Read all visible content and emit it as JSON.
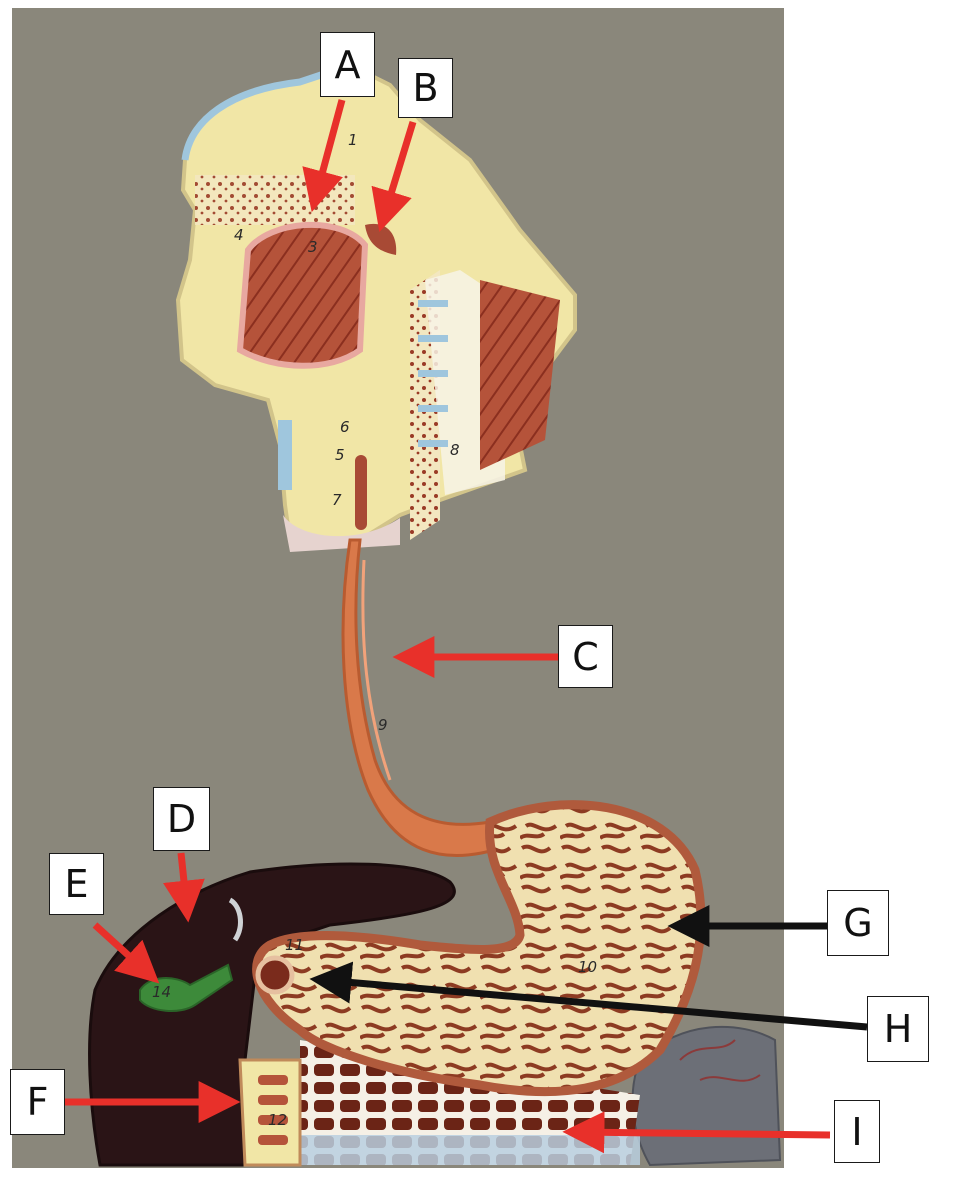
{
  "labels": [
    {
      "letter": "A",
      "arrow_color": "#e8302a"
    },
    {
      "letter": "B",
      "arrow_color": "#e8302a"
    },
    {
      "letter": "C",
      "arrow_color": "#e8302a"
    },
    {
      "letter": "D",
      "arrow_color": "#e8302a"
    },
    {
      "letter": "E",
      "arrow_color": "#e8302a"
    },
    {
      "letter": "F",
      "arrow_color": "#e8302a"
    },
    {
      "letter": "G",
      "arrow_color": "#111111"
    },
    {
      "letter": "H",
      "arrow_color": "#111111"
    },
    {
      "letter": "I",
      "arrow_color": "#e8302a"
    }
  ],
  "model_numbers": [
    "1",
    "3",
    "4",
    "6",
    "5",
    "7",
    "8",
    "9",
    "10",
    "11",
    "12",
    "14"
  ],
  "colors": {
    "background_board": "#8a877b",
    "page": "#ffffff",
    "model_cream": "#f1e6a6",
    "muscle": "#a84a35",
    "esophagus": "#d9794a",
    "liver": "#2a1416",
    "gallbladder": "#3d8a3a",
    "spleen": "#6c6f77",
    "red_arrow": "#e8302a",
    "black_arrow": "#111111"
  }
}
